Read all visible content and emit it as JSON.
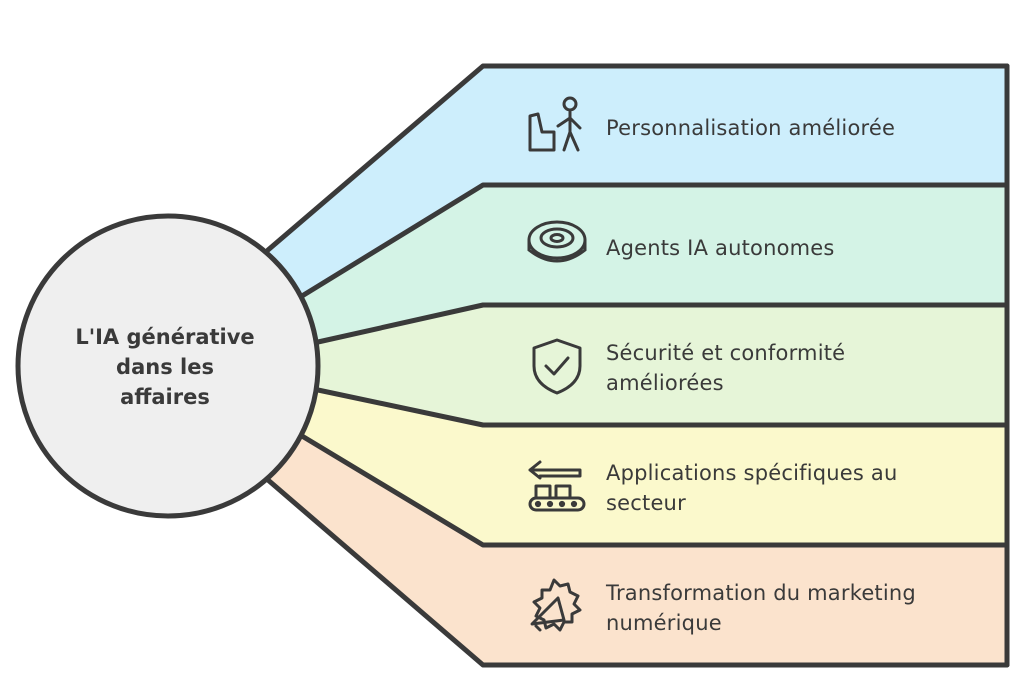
{
  "center": {
    "lines": [
      "L'IA générative",
      "dans les",
      "affaires"
    ],
    "fill": "#efefef"
  },
  "branches": [
    {
      "label": "Personnalisation améliorée",
      "icon": "child-seat-person-icon",
      "color": "#cdeefc"
    },
    {
      "label": "Agents IA autonomes",
      "icon": "robot-vacuum-icon",
      "color": "#d4f3e6"
    },
    {
      "label": "Sécurité et conformité améliorées",
      "icon": "shield-check-icon",
      "color": "#e6f5d8"
    },
    {
      "label": "Applications spécifiques au secteur",
      "icon": "conveyor-arrow-icon",
      "color": "#fbf9cc"
    },
    {
      "label": "Transformation du marketing numérique",
      "icon": "megaphone-badge-icon",
      "color": "#fbe3cd"
    }
  ],
  "colors": {
    "stroke": "#3a3a3a",
    "text": "#3a3a3a"
  }
}
